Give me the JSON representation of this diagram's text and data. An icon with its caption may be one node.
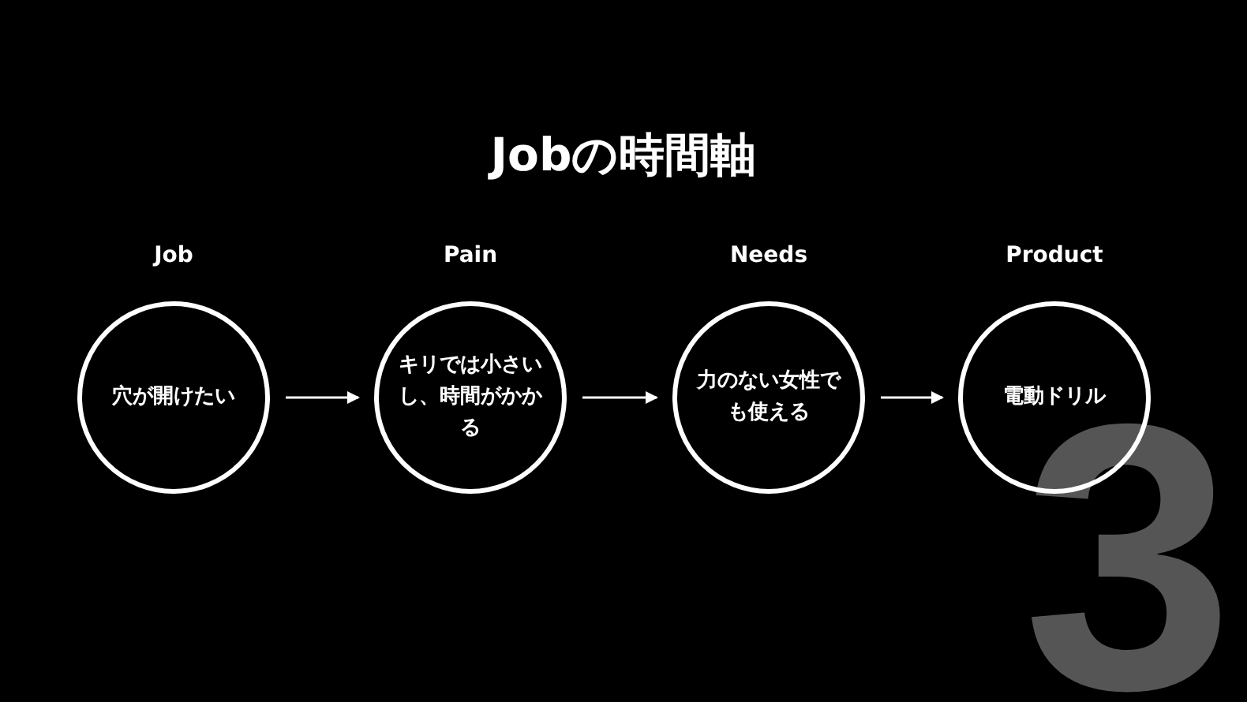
{
  "diagram": {
    "title": "Jobの時間軸",
    "nodes": [
      {
        "text": [
          "Job",
          "穴が開けたい"
        ]
      },
      {
        "text": [
          "Pain",
          "キリでは小さいし、時間がかかる"
        ]
      },
      {
        "text": [
          "Needs",
          "力のない女性でも使える"
        ]
      },
      {
        "text": [
          "Product",
          "電動ドリル"
        ]
      }
    ],
    "edges": [
      {
        "from": 0,
        "to": 1,
        "arrow": "to"
      },
      {
        "from": 1,
        "to": 2,
        "arrow": "to"
      },
      {
        "from": 2,
        "to": 3,
        "arrow": "to"
      }
    ],
    "labels": [
      "3"
    ]
  }
}
